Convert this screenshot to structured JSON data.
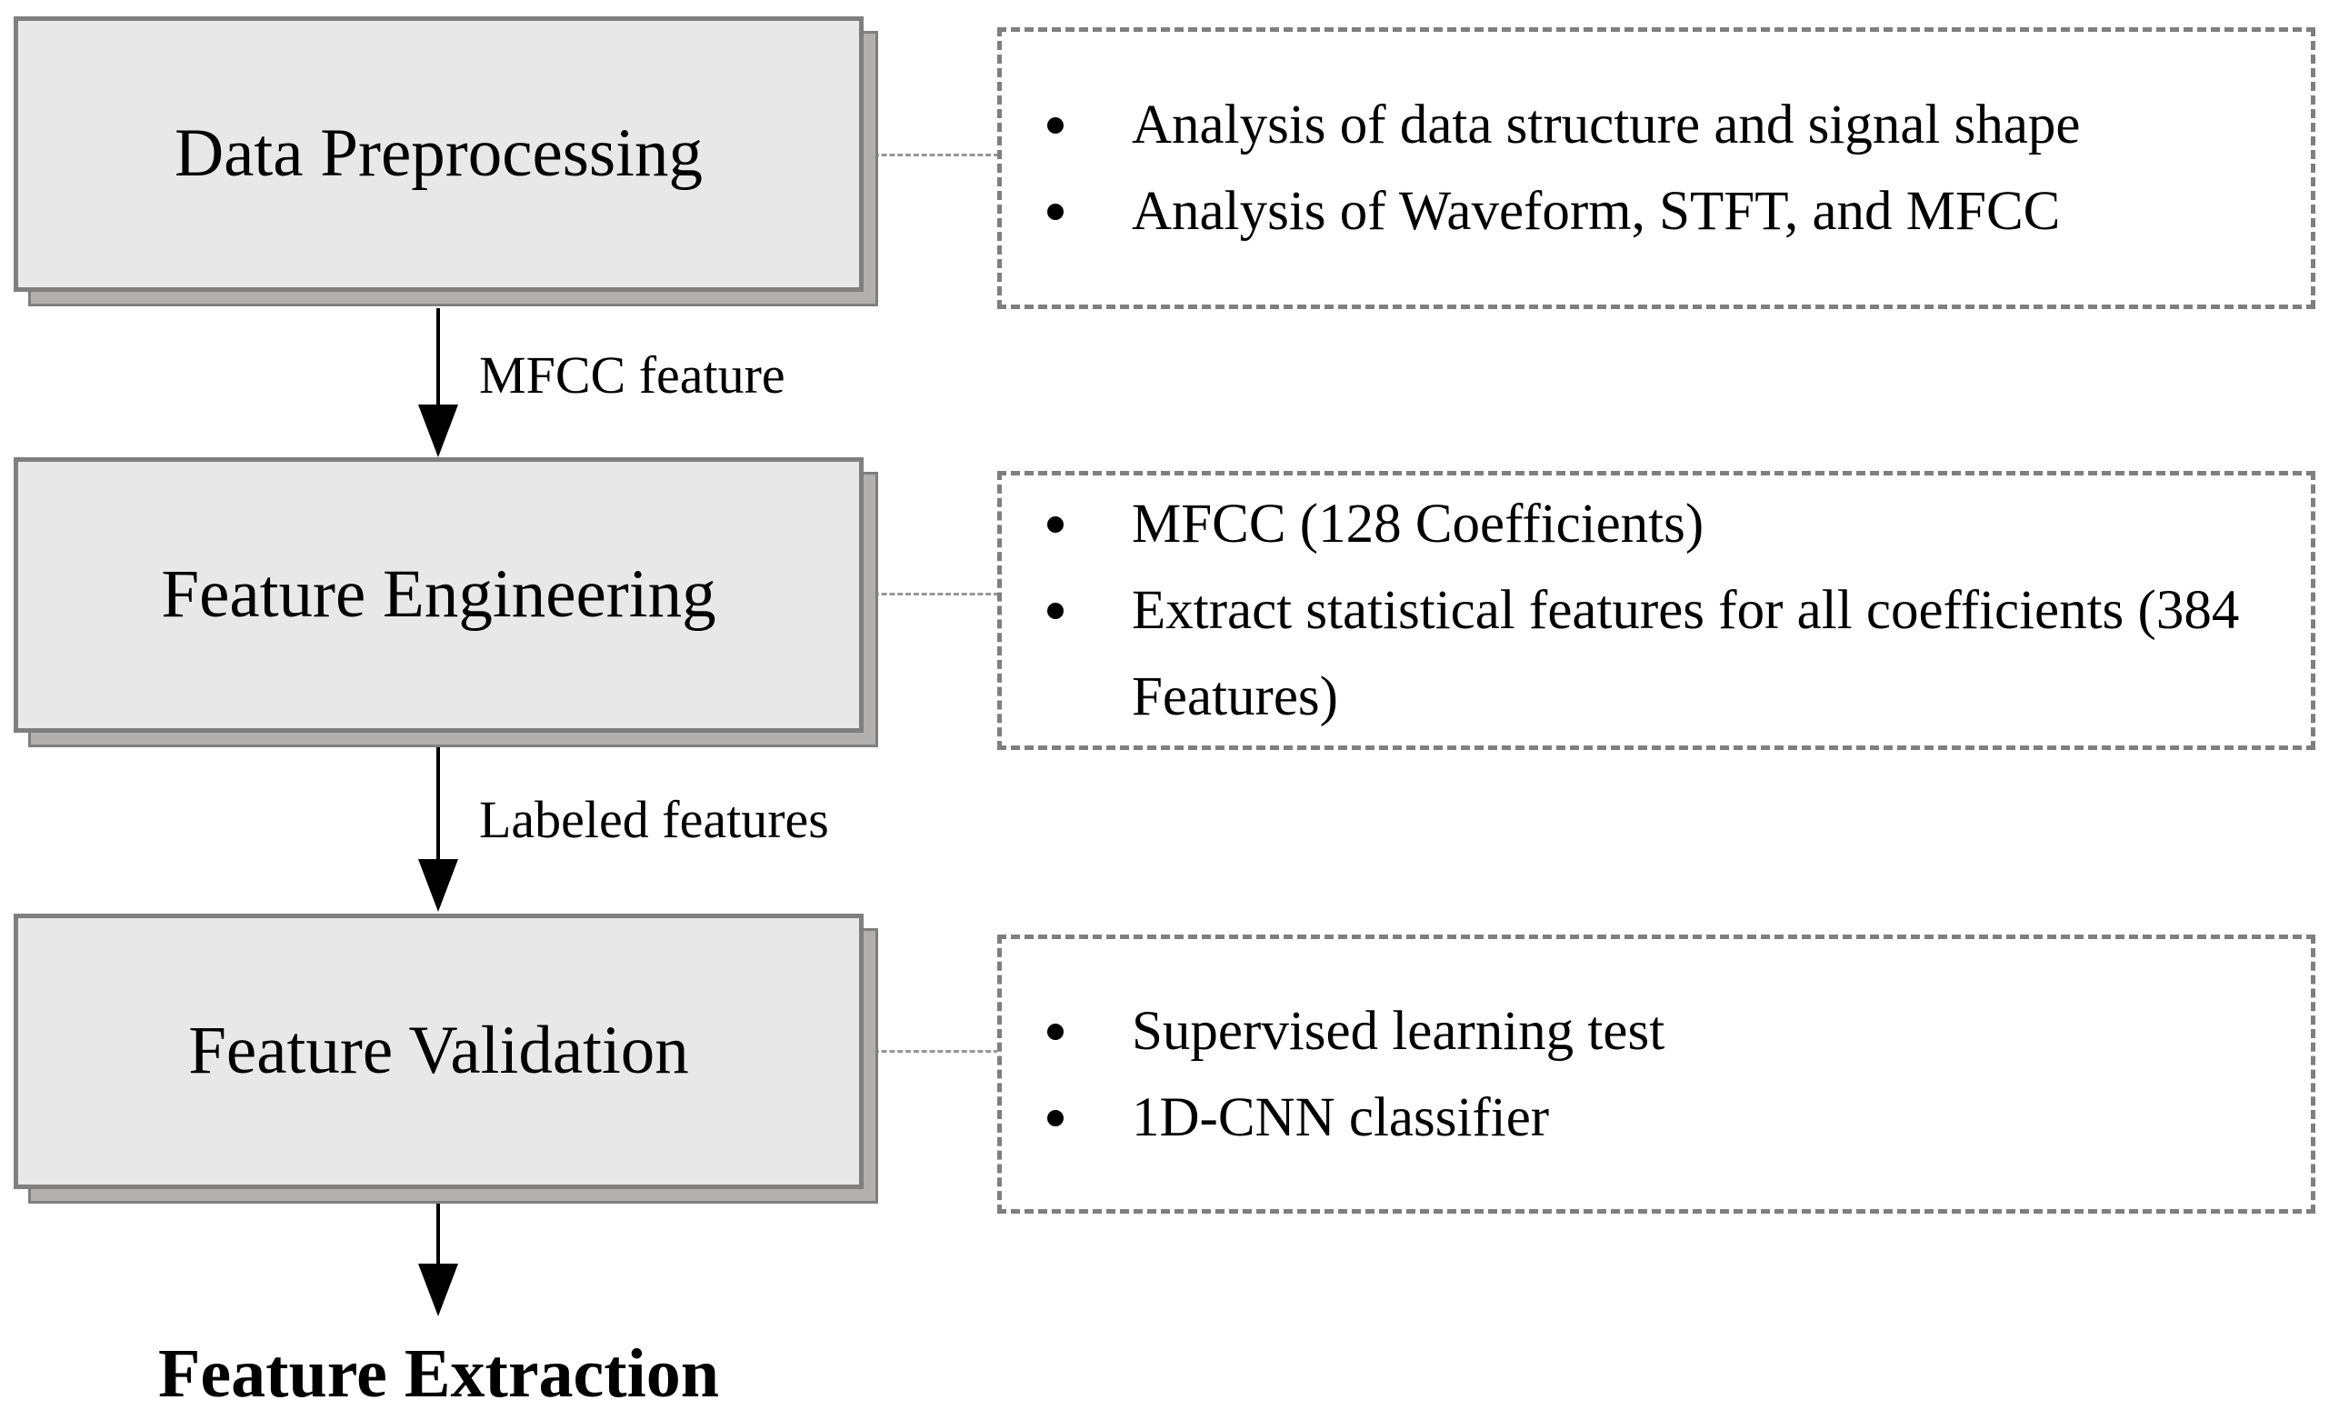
{
  "page": {
    "background": "#ffffff",
    "colors": {
      "step_box_fill": "#e9e8e8",
      "step_box_border": "#7f7f7f",
      "step_box_shadow": "#b2afaf",
      "detail_box_border": "#7f7f7f",
      "connector": "#979797",
      "text": "#000000"
    }
  },
  "flow": {
    "steps": [
      {
        "title": "Data Preprocessing",
        "arrow_label": "MFCC feature",
        "details": [
          "Analysis of data structure and signal shape",
          "Analysis of Waveform, STFT, and MFCC"
        ]
      },
      {
        "title": "Feature Engineering",
        "arrow_label": "Labeled features",
        "details": [
          "MFCC (128 Coefficients)",
          "Extract statistical features for all coefficients (384 Features)"
        ]
      },
      {
        "title": "Feature Validation",
        "arrow_label": "",
        "details": [
          "Supervised learning test",
          "1D-CNN classifier"
        ]
      }
    ],
    "result": "Feature Extraction"
  }
}
